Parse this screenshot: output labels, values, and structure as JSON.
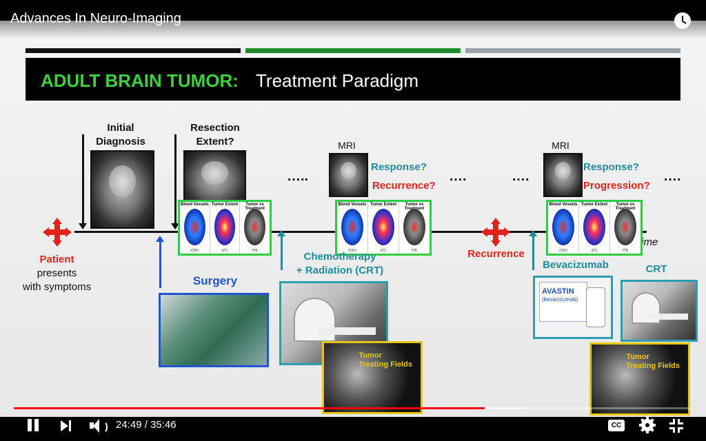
{
  "player": {
    "video_title": "Advances In Neuro-Imaging",
    "current_time": "24:49",
    "separator": " / ",
    "duration": "35:46",
    "progress_fraction": 0.694,
    "buffered_fraction": 0.75,
    "cc_label": "CC",
    "colors": {
      "played": "#ff0000",
      "controls": "#ffffff"
    }
  },
  "slide": {
    "header_green": "ADULT BRAIN TUMOR:",
    "header_white": "Treatment Paradigm",
    "initial_diagnosis": "Initial\nDiagnosis",
    "resection_extent": "Resection\nExtent?",
    "mri_1": "MRI",
    "mri_2": "MRI",
    "response_1": "Response?",
    "recurrence_q": "Recurrence?",
    "response_2": "Response?",
    "progression_q": "Progression?",
    "ellipsis": "…..",
    "ellipsis_2": "….",
    "ellipsis_3": "….",
    "ellipsis_4": "….",
    "time_label": "time",
    "patient": "Patient",
    "presents": "presents",
    "with_symptoms": "with symptoms",
    "surgery": "Surgery",
    "chemotherapy": "Chemotherapy",
    "radiation": "+ Radiation (CRT)",
    "recurrence": "Recurrence",
    "bevacizumab": "Bevacizumab",
    "crt": "CRT",
    "ttf_1": "Tumor\nTreating Fields",
    "ttf_2": "Tumor\nTreating Fields",
    "avastin_name": "AVASTIN",
    "avastin_sub": "(bevacizumab)",
    "panel_labels": [
      "Blood Vessels",
      "Tumor Extent",
      "Tumor vs Treatment"
    ],
    "panel_sub": [
      "rCBV",
      "dT1",
      "fTB"
    ],
    "colors": {
      "green": "#3dd13d",
      "teal": "#1e8c9c",
      "red": "#e2231a",
      "blue": "#1f55d4",
      "yellow": "#e6c619"
    }
  }
}
